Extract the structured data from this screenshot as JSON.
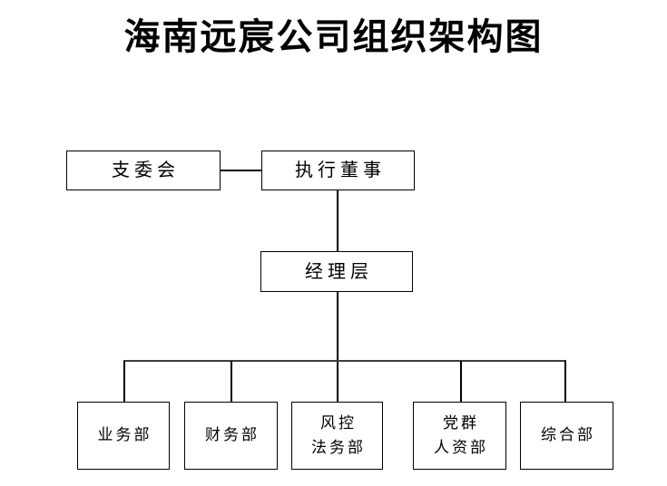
{
  "title": "海南远宸公司组织架构图",
  "org": {
    "top_row": [
      {
        "id": "branch-committee",
        "label": "支委会"
      },
      {
        "id": "executive-director",
        "label": "执行董事"
      }
    ],
    "middle": {
      "id": "management-layer",
      "label": "经理层"
    },
    "departments": [
      {
        "id": "business-dept",
        "label": "业务部"
      },
      {
        "id": "finance-dept",
        "label": "财务部"
      },
      {
        "id": "risk-legal-dept",
        "label": "风控\n法务部"
      },
      {
        "id": "party-hr-dept",
        "label": "党群\n人资部"
      },
      {
        "id": "general-dept",
        "label": "综合部"
      }
    ],
    "edges": [
      {
        "from": "支委会",
        "to": "执行董事"
      },
      {
        "from": "执行董事",
        "to": "经理层"
      },
      {
        "from": "经理层",
        "to": "业务部"
      },
      {
        "from": "经理层",
        "to": "财务部"
      },
      {
        "from": "经理层",
        "to": "风控法务部"
      },
      {
        "from": "经理层",
        "to": "党群人资部"
      },
      {
        "from": "经理层",
        "to": "综合部"
      }
    ],
    "colors": {
      "text": "#000000",
      "border": "#000000",
      "line": "#000000",
      "background": "#ffffff"
    }
  }
}
